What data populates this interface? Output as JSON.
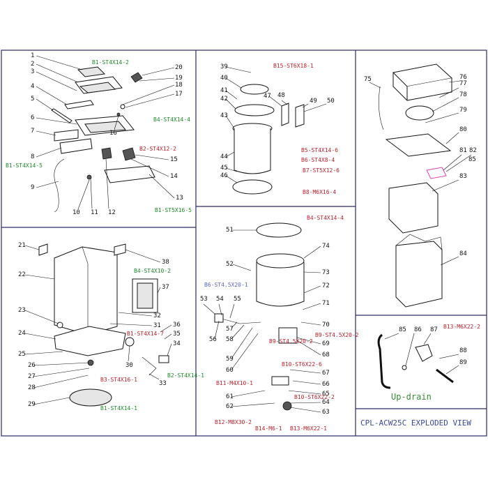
{
  "title": "CPL-ACW25C EXPLODED VIEW",
  "updrain_label": "Up-drain",
  "colors": {
    "frame": "#2a2a66",
    "green_code": "#1c8a2a",
    "red_code": "#c0202a",
    "pink": "#e040b0"
  },
  "part_numbers": [
    "1",
    "2",
    "3",
    "4",
    "5",
    "6",
    "7",
    "8",
    "9",
    "10",
    "11",
    "12",
    "13",
    "14",
    "15",
    "16",
    "17",
    "18",
    "19",
    "20",
    "21",
    "22",
    "23",
    "24",
    "25",
    "26",
    "27",
    "28",
    "29",
    "30",
    "31",
    "32",
    "33",
    "34",
    "35",
    "36",
    "37",
    "38",
    "39",
    "40",
    "41",
    "42",
    "43",
    "44",
    "45",
    "46",
    "47",
    "48",
    "49",
    "50",
    "51",
    "52",
    "53",
    "54",
    "55",
    "56",
    "57",
    "58",
    "59",
    "60",
    "61",
    "62",
    "63",
    "64",
    "65",
    "66",
    "67",
    "68",
    "69",
    "70",
    "71",
    "72",
    "73",
    "74",
    "75",
    "76",
    "77",
    "78",
    "79",
    "80",
    "81",
    "82",
    "83",
    "84",
    "85",
    "86",
    "87",
    "88",
    "89"
  ],
  "extra_labels": {
    "n85b": "85"
  },
  "screw_codes": {
    "b1_st4x14_2": "B1-ST4X14-2",
    "b4_st4x14_4_top": "B4-ST4X14-4",
    "b2_st4x12_2": "B2-ST4X12-2",
    "b1_st4x14_5": "B1-ST4X14-5",
    "b1_st5x16_5": "B1-ST5X16-5",
    "b15_st6x18_1": "B15-ST6X18-1",
    "b5_st4x14_6": "B5-ST4X14-6",
    "b6_st4x8_4": "B6-ST4X8-4",
    "b7_st5x12_6": "B7-ST5X12-6",
    "b8_m6x16_4": "B8-M6X16-4",
    "b4_st4x14_4_mid": "B4-ST4X14-4",
    "b4_st4x10_2": "B4-ST4X10-2",
    "b1_st4x14_7": "B1-ST4X14-7",
    "b3_st4x16_1": "B3-ST4X16-1",
    "b1_st4x14_1": "B1-ST4X14-1",
    "b2_st4x14_1_sm": "B2-ST4X14-1",
    "b6_st4_5x20_1": "B6-ST4.5X20-1",
    "b9_st4_5x20_2a": "B9-ST4.5X20-2",
    "b9_st4_5x20_2b": "B9-ST4.5X20-2",
    "b10_st6x22_6": "B10-ST6X22-6",
    "b11_m4x10_1": "B11-M4X10-1",
    "b10_st6x22_2": "B10-ST6X22-2",
    "b12_m8x30_2": "B12-M8X30-2",
    "b14_m6_1": "B14-M6-1",
    "b13_m6x22_1": "B13-M6X22-1",
    "b13_m6x22_2": "B13-M6X22-2"
  }
}
